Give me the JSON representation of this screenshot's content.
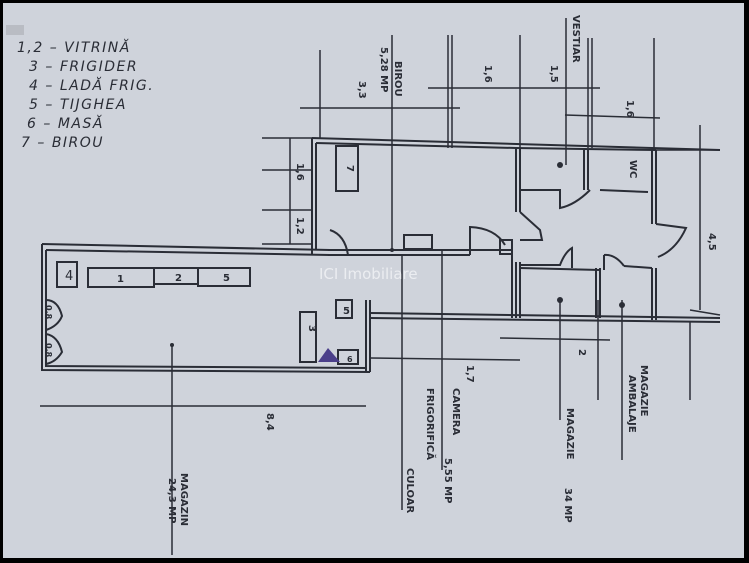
{
  "legend": {
    "items": [
      {
        "key": "1,2",
        "label": "VITRINĂ"
      },
      {
        "key": "3",
        "label": "FRIGIDER"
      },
      {
        "key": "4",
        "label": "LADĂ FRIG."
      },
      {
        "key": "5",
        "label": "TIJGHEA"
      },
      {
        "key": "6",
        "label": "MASĂ"
      },
      {
        "key": "7",
        "label": "BIROU"
      }
    ]
  },
  "labels": {
    "birou": "BIROU",
    "birou_area": "5,28 MP",
    "dim_33": "3,3",
    "dim_16_top": "1,6",
    "dim_16_right": "1,6",
    "dim_15": "1,5",
    "vestiar": "VESTIAR",
    "wc": "WC",
    "dim_45": "4,5",
    "dim_16_left": "1,6",
    "dim_12": "1,2",
    "dim_84": "8,4",
    "magazin": "MAGAZIN",
    "magazin_area": "24,3 MP",
    "camera_frig_1": "CAMERA",
    "camera_frig_2": "FRIGORIFICĂ",
    "camera_frig_area": "5,55 MP",
    "dim_17": "1,7",
    "culoar": "CULOAR",
    "magazie_1": "MAGAZIE",
    "magazie_area": "34 MP",
    "magazie_2a": "MAGAZIE",
    "magazie_2b": "AMBALAJE",
    "dim_2": "2",
    "door_left_top": "0,8",
    "door_left_bottom": "0,8",
    "fixture_1": "1",
    "fixture_2": "2",
    "fixture_3": "3",
    "fixture_4": "4",
    "fixture_5": "5",
    "fixture_6": "6",
    "fixture_7": "7",
    "fixture_3b": "3"
  },
  "watermark": "ICI Imobiliare",
  "colors": {
    "paper": "#cfd3db",
    "ink": "#2a2d36",
    "watermark": "#f1f2f5"
  }
}
